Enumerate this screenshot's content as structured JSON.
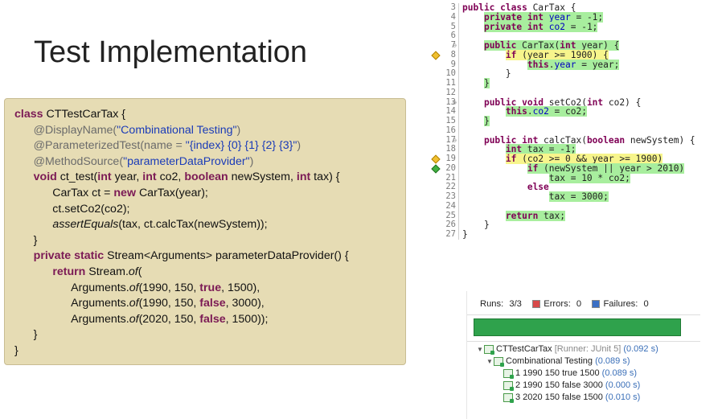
{
  "slide": {
    "title": "Test Implementation"
  },
  "code_box": {
    "lines": [
      [
        {
          "t": "class ",
          "c": "kw"
        },
        {
          "t": "CTTestCarTax {",
          "c": ""
        }
      ],
      [
        {
          "t": "      @DisplayName(",
          "c": "gray"
        },
        {
          "t": "\"Combinational Testing\"",
          "c": "str"
        },
        {
          "t": ")",
          "c": "gray"
        }
      ],
      [
        {
          "t": "      @ParameterizedTest(name = ",
          "c": "gray"
        },
        {
          "t": "\"{index} {0} {1} {2} {3}\"",
          "c": "str"
        },
        {
          "t": ")",
          "c": "gray"
        }
      ],
      [
        {
          "t": "      @MethodSource(",
          "c": "gray"
        },
        {
          "t": "\"parameterDataProvider\"",
          "c": "str"
        },
        {
          "t": ")",
          "c": "gray"
        }
      ],
      [
        {
          "t": "      ",
          "c": ""
        },
        {
          "t": "void ",
          "c": "kw"
        },
        {
          "t": "ct_test(",
          "c": ""
        },
        {
          "t": "int ",
          "c": "kw"
        },
        {
          "t": "year, ",
          "c": ""
        },
        {
          "t": "int ",
          "c": "kw"
        },
        {
          "t": "co2, ",
          "c": ""
        },
        {
          "t": "boolean ",
          "c": "kw"
        },
        {
          "t": "newSystem, ",
          "c": ""
        },
        {
          "t": "int ",
          "c": "kw"
        },
        {
          "t": "tax) {",
          "c": ""
        }
      ],
      [
        {
          "t": "            CarTax ct = ",
          "c": ""
        },
        {
          "t": "new ",
          "c": "kw"
        },
        {
          "t": "CarTax(year);",
          "c": ""
        }
      ],
      [
        {
          "t": "            ct.setCo2(co2);",
          "c": ""
        }
      ],
      [
        {
          "t": "            ",
          "c": ""
        },
        {
          "t": "assertEquals",
          "c": "ital"
        },
        {
          "t": "(tax, ct.calcTax(newSystem));",
          "c": ""
        }
      ],
      [
        {
          "t": "      }",
          "c": ""
        }
      ],
      [
        {
          "t": "      ",
          "c": ""
        },
        {
          "t": "private static ",
          "c": "kw"
        },
        {
          "t": "Stream<Arguments> parameterDataProvider() {",
          "c": ""
        }
      ],
      [
        {
          "t": "            ",
          "c": ""
        },
        {
          "t": "return ",
          "c": "kw"
        },
        {
          "t": "Stream.",
          "c": ""
        },
        {
          "t": "of",
          "c": "ital"
        },
        {
          "t": "(",
          "c": ""
        }
      ],
      [
        {
          "t": "                  Arguments.",
          "c": ""
        },
        {
          "t": "of",
          "c": "ital"
        },
        {
          "t": "(1990, 150, ",
          "c": ""
        },
        {
          "t": "true",
          "c": "kw"
        },
        {
          "t": ", 1500),",
          "c": ""
        }
      ],
      [
        {
          "t": "                  Arguments.",
          "c": ""
        },
        {
          "t": "of",
          "c": "ital"
        },
        {
          "t": "(1990, 150, ",
          "c": ""
        },
        {
          "t": "false",
          "c": "kw"
        },
        {
          "t": ", 3000),",
          "c": ""
        }
      ],
      [
        {
          "t": "                  Arguments.",
          "c": ""
        },
        {
          "t": "of",
          "c": "ital"
        },
        {
          "t": "(2020, 150, ",
          "c": ""
        },
        {
          "t": "false",
          "c": "kw"
        },
        {
          "t": ", 1500));",
          "c": ""
        }
      ],
      [
        {
          "t": "      }",
          "c": ""
        }
      ],
      [
        {
          "t": "}",
          "c": ""
        }
      ]
    ]
  },
  "editor": {
    "lines": [
      {
        "n": "3",
        "fold": "",
        "marker": "",
        "hl": "",
        "code": [
          {
            "t": "public class ",
            "c": "ek"
          },
          {
            "t": "CarTax {",
            "c": ""
          }
        ]
      },
      {
        "n": "4",
        "fold": "",
        "marker": "",
        "hl": "g",
        "code": [
          {
            "t": "    "
          },
          {
            "t": "private int ",
            "c": "ek",
            "h": true
          },
          {
            "t": "year",
            "c": "ef",
            "h": true
          },
          {
            "t": " = -1;",
            "c": "",
            "h": true
          }
        ]
      },
      {
        "n": "5",
        "fold": "",
        "marker": "",
        "hl": "g",
        "code": [
          {
            "t": "    "
          },
          {
            "t": "private int ",
            "c": "ek",
            "h": true
          },
          {
            "t": "co2",
            "c": "ef",
            "h": true
          },
          {
            "t": " = -1;",
            "c": "",
            "h": true
          }
        ]
      },
      {
        "n": "6",
        "fold": "",
        "marker": "",
        "hl": "",
        "code": []
      },
      {
        "n": "7",
        "fold": "⊖",
        "marker": "",
        "hl": "g",
        "code": [
          {
            "t": "    "
          },
          {
            "t": "public ",
            "c": "ek",
            "h": true
          },
          {
            "t": "CarTax(",
            "c": "",
            "h": true
          },
          {
            "t": "int ",
            "c": "ek",
            "h": true
          },
          {
            "t": "year) {",
            "c": "",
            "h": true
          }
        ]
      },
      {
        "n": "8",
        "fold": "",
        "marker": "y",
        "hl": "y",
        "code": [
          {
            "t": "        "
          },
          {
            "t": "if ",
            "c": "ek",
            "hy": true
          },
          {
            "t": "(year >= 1900) {",
            "c": "",
            "hy": true
          }
        ]
      },
      {
        "n": "9",
        "fold": "",
        "marker": "",
        "hl": "g",
        "code": [
          {
            "t": "            "
          },
          {
            "t": "this",
            "c": "ek",
            "h": true
          },
          {
            "t": ".",
            "c": "",
            "h": true
          },
          {
            "t": "year",
            "c": "ef",
            "h": true
          },
          {
            "t": " = year;",
            "c": "",
            "h": true
          }
        ]
      },
      {
        "n": "10",
        "fold": "",
        "marker": "",
        "hl": "",
        "code": [
          {
            "t": "        }"
          }
        ]
      },
      {
        "n": "11",
        "fold": "",
        "marker": "",
        "hl": "g",
        "code": [
          {
            "t": "    "
          },
          {
            "t": "}",
            "c": "",
            "h": true
          }
        ]
      },
      {
        "n": "12",
        "fold": "",
        "marker": "",
        "hl": "",
        "code": []
      },
      {
        "n": "13",
        "fold": "⊖",
        "marker": "",
        "hl": "",
        "code": [
          {
            "t": "    "
          },
          {
            "t": "public void ",
            "c": "ek"
          },
          {
            "t": "setCo2(",
            "c": ""
          },
          {
            "t": "int ",
            "c": "ek"
          },
          {
            "t": "co2) {",
            "c": ""
          }
        ]
      },
      {
        "n": "14",
        "fold": "",
        "marker": "",
        "hl": "g",
        "code": [
          {
            "t": "        "
          },
          {
            "t": "this",
            "c": "ek",
            "h": true
          },
          {
            "t": ".",
            "c": "",
            "h": true
          },
          {
            "t": "co2",
            "c": "ef",
            "h": true
          },
          {
            "t": " = co2;",
            "c": "",
            "h": true
          }
        ]
      },
      {
        "n": "15",
        "fold": "",
        "marker": "",
        "hl": "g",
        "code": [
          {
            "t": "    "
          },
          {
            "t": "}",
            "c": "",
            "h": true
          }
        ]
      },
      {
        "n": "16",
        "fold": "",
        "marker": "",
        "hl": "",
        "code": []
      },
      {
        "n": "17",
        "fold": "⊖",
        "marker": "",
        "hl": "",
        "code": [
          {
            "t": "    "
          },
          {
            "t": "public int ",
            "c": "ek"
          },
          {
            "t": "calcTax(",
            "c": ""
          },
          {
            "t": "boolean ",
            "c": "ek"
          },
          {
            "t": "newSystem) {",
            "c": ""
          }
        ]
      },
      {
        "n": "18",
        "fold": "",
        "marker": "",
        "hl": "g",
        "code": [
          {
            "t": "        "
          },
          {
            "t": "int ",
            "c": "ek",
            "h": true
          },
          {
            "t": "tax = -1;",
            "c": "",
            "h": true
          }
        ]
      },
      {
        "n": "19",
        "fold": "",
        "marker": "y",
        "hl": "y",
        "code": [
          {
            "t": "        "
          },
          {
            "t": "if ",
            "c": "ek",
            "hy": true
          },
          {
            "t": "(co2 >= 0 && year >= 1900)",
            "c": "",
            "hy": true
          }
        ]
      },
      {
        "n": "20",
        "fold": "",
        "marker": "g",
        "hl": "g",
        "code": [
          {
            "t": "            "
          },
          {
            "t": "if ",
            "c": "ek",
            "h": true
          },
          {
            "t": "(newSystem || year > 2010)",
            "c": "",
            "h": true
          }
        ]
      },
      {
        "n": "21",
        "fold": "",
        "marker": "",
        "hl": "g",
        "code": [
          {
            "t": "                "
          },
          {
            "t": "tax = 10 * co2;",
            "c": "",
            "h": true
          }
        ]
      },
      {
        "n": "22",
        "fold": "",
        "marker": "",
        "hl": "",
        "code": [
          {
            "t": "            "
          },
          {
            "t": "else",
            "c": "ek"
          }
        ]
      },
      {
        "n": "23",
        "fold": "",
        "marker": "",
        "hl": "g",
        "code": [
          {
            "t": "                "
          },
          {
            "t": "tax = 3000;",
            "c": "",
            "h": true
          }
        ]
      },
      {
        "n": "24",
        "fold": "",
        "marker": "",
        "hl": "",
        "code": []
      },
      {
        "n": "25",
        "fold": "",
        "marker": "",
        "hl": "g",
        "code": [
          {
            "t": "        "
          },
          {
            "t": "return ",
            "c": "ek",
            "h": true
          },
          {
            "t": "tax;",
            "c": "",
            "h": true
          }
        ]
      },
      {
        "n": "26",
        "fold": "",
        "marker": "",
        "hl": "",
        "code": [
          {
            "t": "    }"
          }
        ]
      },
      {
        "n": "27",
        "fold": "",
        "marker": "",
        "hl": "",
        "code": [
          {
            "t": "}"
          }
        ]
      }
    ]
  },
  "junit": {
    "runs_label": "Runs:",
    "runs_value": "3/3",
    "errors_label": "Errors:",
    "errors_value": "0",
    "failures_label": "Failures:",
    "failures_value": "0",
    "progress_fraction": 1.0,
    "colors": {
      "progress": "#2fa24c",
      "error": "#d84a4a",
      "failure": "#3b6fc4"
    },
    "tree": [
      {
        "level": 0,
        "expand": "▼",
        "label": "CTTestCarTax",
        "runner": " [Runner: JUnit 5]",
        "time": " (0.092 s)",
        "icon": "test-suite-icon"
      },
      {
        "level": 1,
        "expand": "▼",
        "label": "Combinational Testing",
        "runner": "",
        "time": " (0.089 s)",
        "icon": "test-suite-icon"
      },
      {
        "level": 2,
        "expand": "",
        "label": "1 1990 150 true 1500",
        "runner": "",
        "time": " (0.089 s)",
        "icon": "test-case-icon"
      },
      {
        "level": 2,
        "expand": "",
        "label": "2 1990 150 false 3000",
        "runner": "",
        "time": " (0.000 s)",
        "icon": "test-case-icon"
      },
      {
        "level": 2,
        "expand": "",
        "label": "3 2020 150 false 1500",
        "runner": "",
        "time": " (0.010 s)",
        "icon": "test-case-icon"
      }
    ]
  }
}
